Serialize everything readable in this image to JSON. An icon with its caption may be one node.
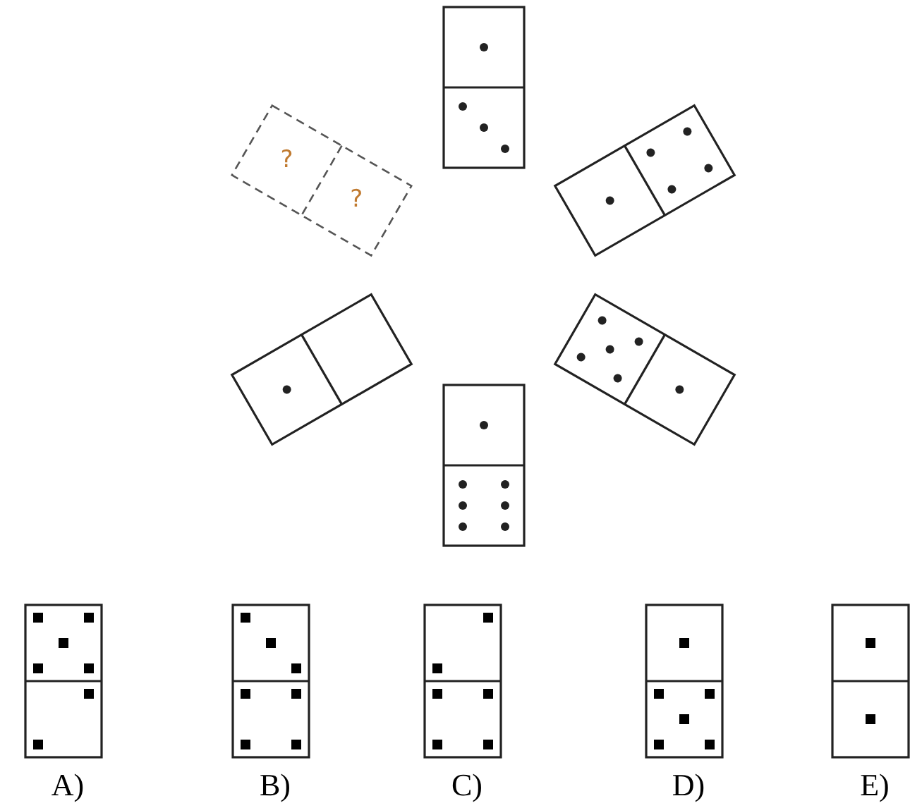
{
  "diagram": {
    "labels": [
      "?",
      "?",
      "A)",
      "B)",
      "C)",
      "D)",
      "E)"
    ]
  }
}
